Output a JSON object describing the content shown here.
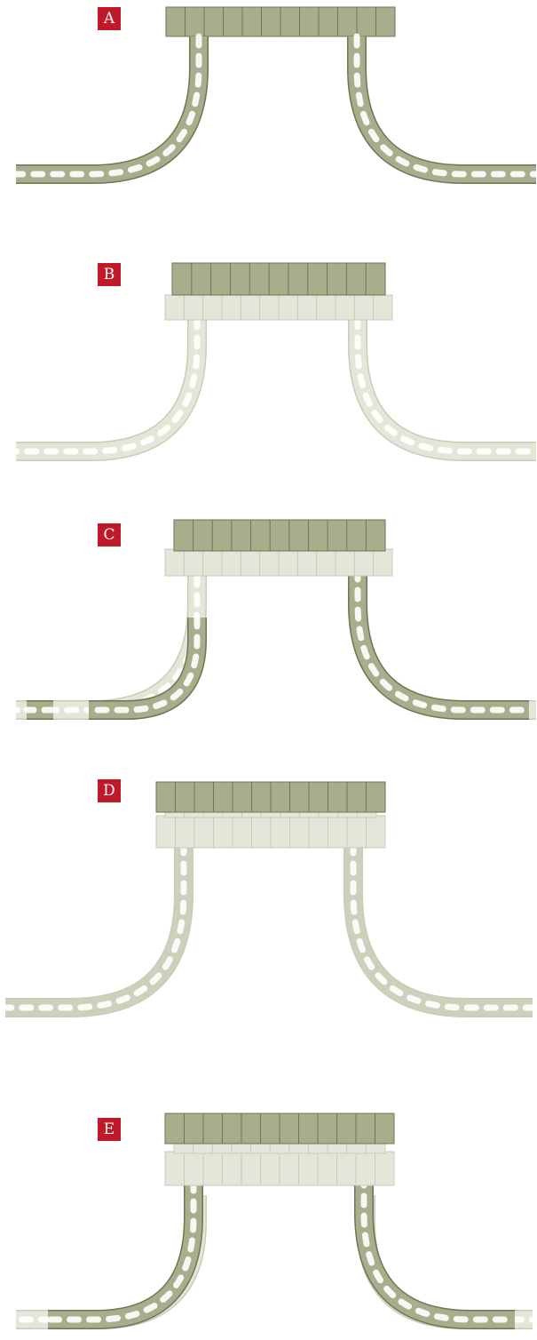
{
  "panels": [
    {
      "label": "A",
      "state": "single-level"
    },
    {
      "label": "B",
      "state": "two-level"
    },
    {
      "label": "C",
      "state": "two-level"
    },
    {
      "label": "D",
      "state": "three-level"
    },
    {
      "label": "E",
      "state": "three-level"
    }
  ],
  "colors": {
    "badge": "#c0192a",
    "active_fill": "#a8ad8c",
    "active_stroke": "#6f7556",
    "faded_fill": "#e4e6d9",
    "faded_stroke": "#c9ccb7",
    "mid_fill": "#cdd0bb"
  },
  "icons": {
    "link": "chain-link-icon",
    "block": "bar-segment-icon"
  }
}
